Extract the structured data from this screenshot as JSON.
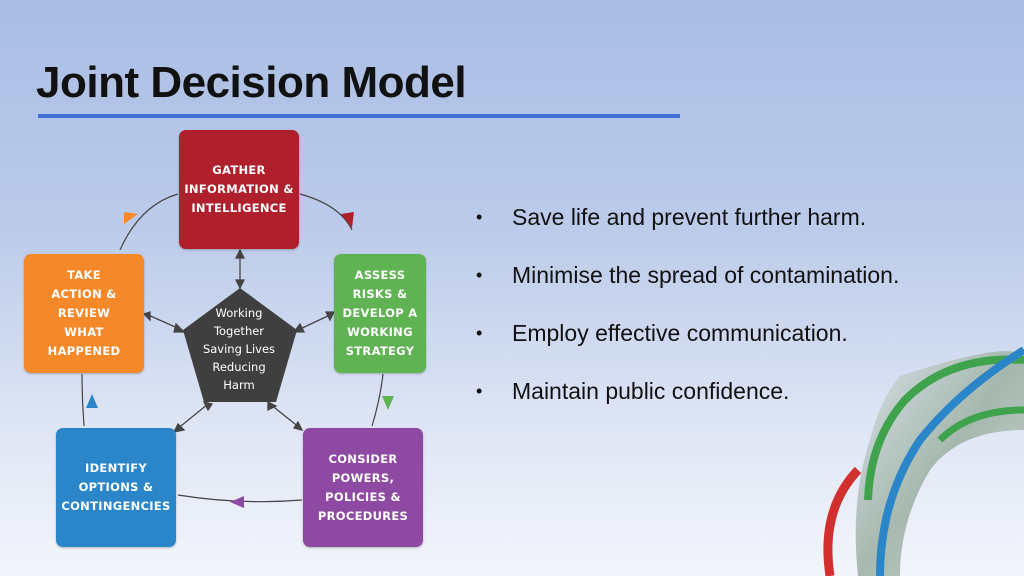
{
  "slide": {
    "title": "Joint Decision Model"
  },
  "diagram": {
    "center": "Working\nTogether\nSaving Lives\nReducing\nHarm",
    "steps": {
      "gather": "GATHER\nINFORMATION &\nINTELLIGENCE",
      "assess": "ASSESS\nRISKS &\nDEVELOP A\nWORKING\nSTRATEGY",
      "consider": "CONSIDER\nPOWERS,\nPOLICIES &\nPROCEDURES",
      "identify": "IDENTIFY\nOPTIONS &\nCONTINGENCIES",
      "take": "TAKE\nACTION &\nREVIEW\nWHAT\nHAPPENED"
    },
    "colors": {
      "gather": "#b0202c",
      "assess": "#5fb352",
      "consider": "#8e4aa2",
      "identify": "#2a86c8",
      "take": "#f5892a",
      "center": "#3f3f3f"
    }
  },
  "bullets": [
    "Save life and prevent further harm.",
    "Minimise the spread of contamination.",
    "Employ effective communication.",
    "Maintain public confidence."
  ]
}
